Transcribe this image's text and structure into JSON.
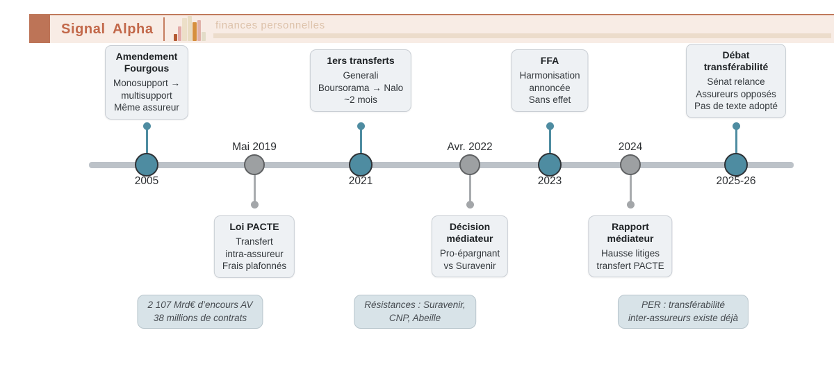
{
  "header": {
    "brand": "Signal Alpha",
    "tagline": "finances personnelles",
    "logo_icon": "bar-chart-icon"
  },
  "palette": {
    "accent_brown": "#bd7457",
    "brand_text": "#c2684a",
    "band_bg": "#f8ece5",
    "teal": "#4e8ca1",
    "gray": "#9da0a2",
    "timeline_bar": "#bcc2c8",
    "card_bg": "#eef1f4",
    "note_bg": "#d8e3e8"
  },
  "timeline": {
    "milestones": [
      {
        "date_label": "2005",
        "card": {
          "title_lines": [
            "Amendement",
            "Fourgous"
          ],
          "body_lines": [
            "Monosupport →",
            "multisupport",
            "Même assureur"
          ]
        }
      },
      {
        "date_label": "Mai 2019",
        "card": {
          "title_lines": [
            "Loi PACTE"
          ],
          "body_lines": [
            "Transfert",
            "intra-assureur",
            "Frais plafonnés"
          ]
        }
      },
      {
        "date_label": "2021",
        "card": {
          "title_lines": [
            "1ers transferts"
          ],
          "body_lines": [
            "Generali",
            "Boursorama → Nalo",
            "~2 mois"
          ]
        }
      },
      {
        "date_label": "Avr. 2022",
        "card": {
          "title_lines": [
            "Décision",
            "médiateur"
          ],
          "body_lines": [
            "Pro-épargnant",
            "vs Suravenir"
          ]
        }
      },
      {
        "date_label": "2023",
        "card": {
          "title_lines": [
            "FFA"
          ],
          "body_lines": [
            "Harmonisation",
            "annoncée",
            "Sans effet"
          ]
        }
      },
      {
        "date_label": "2024",
        "card": {
          "title_lines": [
            "Rapport",
            "médiateur"
          ],
          "body_lines": [
            "Hausse litiges",
            "transfert PACTE"
          ]
        }
      },
      {
        "date_label": "2025-26",
        "card": {
          "title_lines": [
            "Débat",
            "transférabilité"
          ],
          "body_lines": [
            "Sénat relance",
            "Assureurs opposés",
            "Pas de texte adopté"
          ]
        }
      }
    ]
  },
  "notes": [
    {
      "lines": [
        "2 107 Mrd€ d’encours AV",
        "38 millions de contrats"
      ]
    },
    {
      "lines": [
        "Résistances : Suravenir,",
        "CNP, Abeille"
      ]
    },
    {
      "lines": [
        "PER : transférabilité",
        "inter-assureurs existe déjà"
      ]
    }
  ]
}
